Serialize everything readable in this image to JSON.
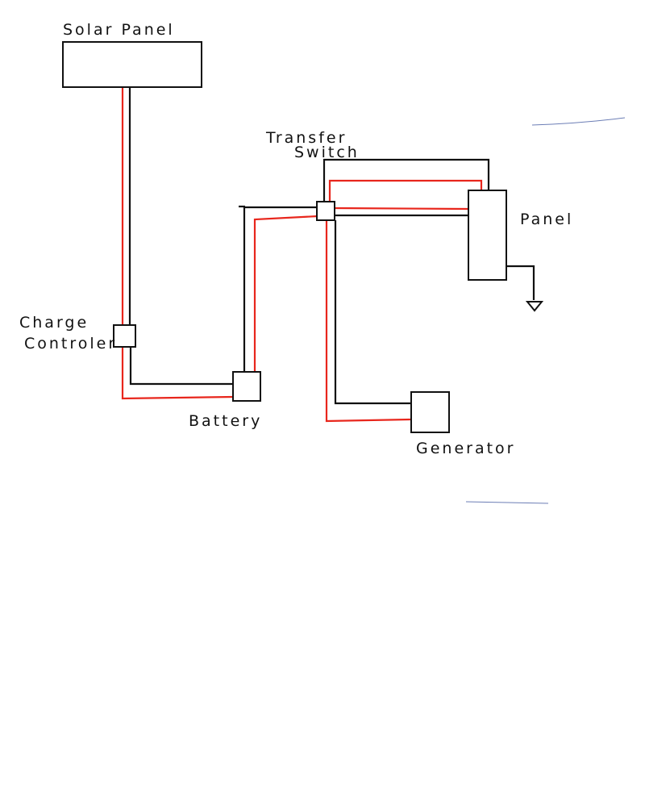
{
  "labels": {
    "solar_panel": "Solar Panel",
    "charge_controller_line1": "Charge",
    "charge_controller_line2": "Controler",
    "battery": "Battery",
    "transfer_switch_line1": "Transfer",
    "transfer_switch_line2": "Switch",
    "panel": "Panel",
    "generator": "Generator"
  },
  "colors": {
    "ink": "#111111",
    "positive_wire": "#e8261c",
    "paper": "#ffffff"
  },
  "icons": {
    "ground": "ground-symbol-icon"
  }
}
